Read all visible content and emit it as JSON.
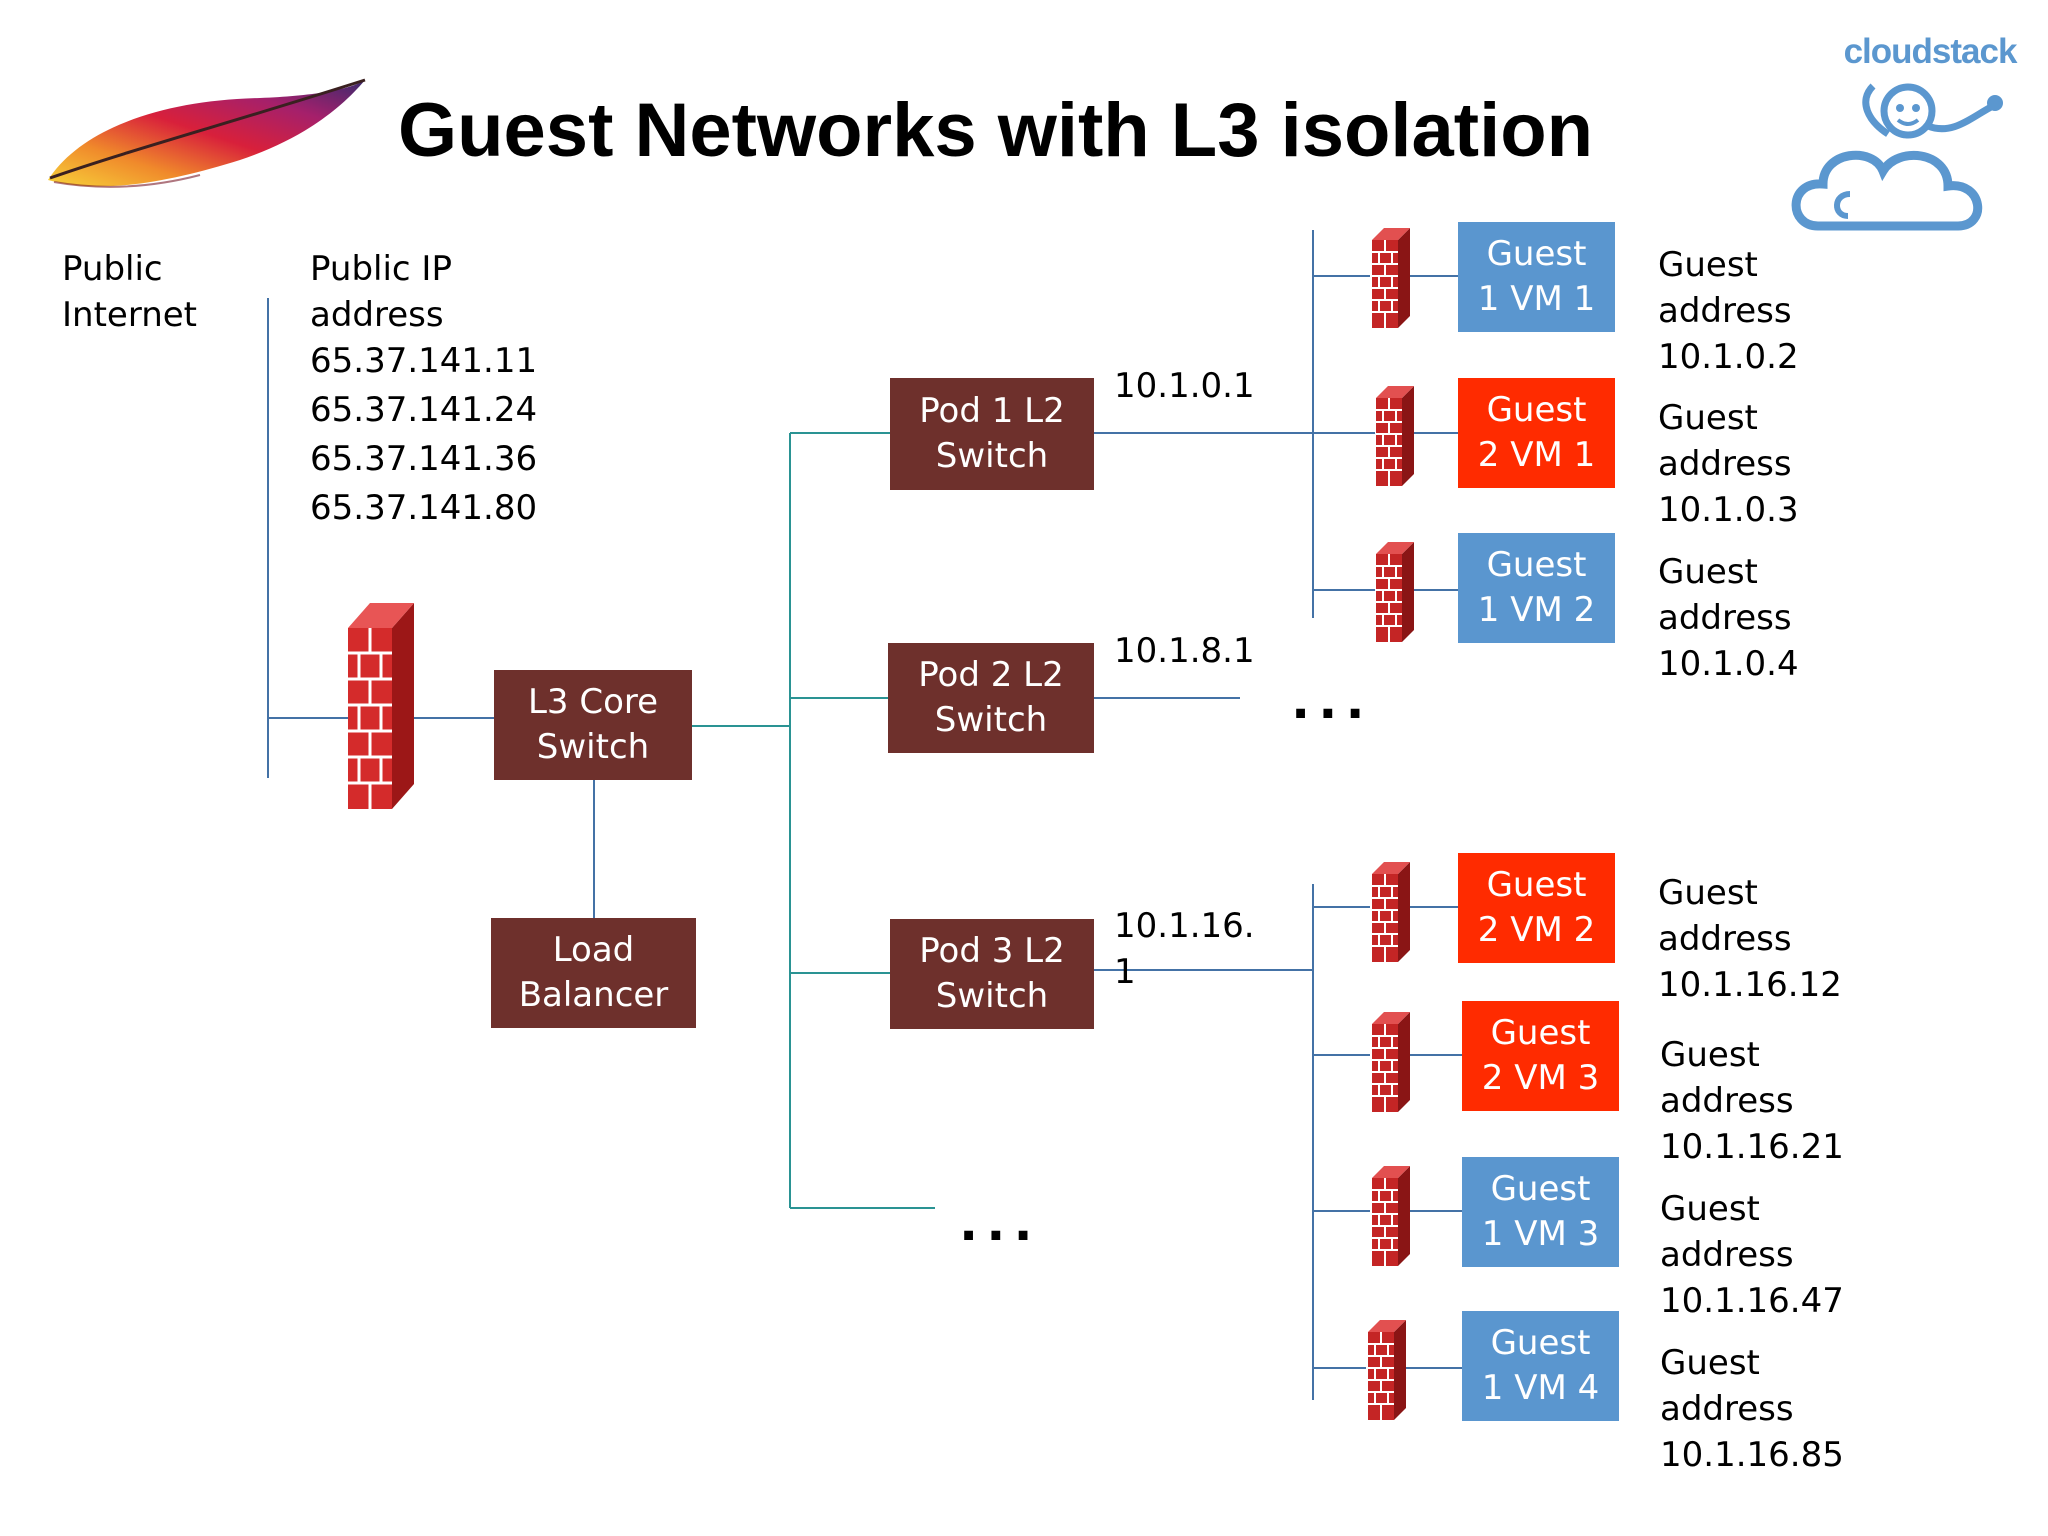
{
  "title": "Guest Networks with L3 isolation",
  "logo": {
    "text": "cloudstack",
    "color": "#5b97cf"
  },
  "colors": {
    "switch": "#6e302c",
    "guest1": "#5a96cf",
    "guest2": "#ff2b00",
    "line_blue": "#4472a6",
    "line_teal": "#2a9393"
  },
  "public_internet": "Public\nInternet",
  "public_ip": {
    "label": "Public IP\naddress",
    "addresses": [
      "65.37.141.11",
      "65.37.141.24",
      "65.37.141.36",
      "65.37.141.80"
    ]
  },
  "core_switch": "L3 Core\nSwitch",
  "load_balancer": "Load\nBalancer",
  "pods": [
    {
      "label": "Pod 1 L2\nSwitch",
      "gateway": "10.1.0.1"
    },
    {
      "label": "Pod 2 L2\nSwitch",
      "gateway": "10.1.8.1"
    },
    {
      "label": "Pod 3 L2\nSwitch",
      "gateway": "10.1.16.\n1"
    }
  ],
  "ellipsis": "...",
  "guests": [
    {
      "label": "Guest\n1 VM 1",
      "network": 1,
      "address": "Guest\naddress\n10.1.0.2"
    },
    {
      "label": "Guest\n2 VM 1",
      "network": 2,
      "address": "Guest\naddress\n10.1.0.3"
    },
    {
      "label": "Guest\n1 VM 2",
      "network": 1,
      "address": "Guest\naddress\n10.1.0.4"
    },
    {
      "label": "Guest\n2 VM 2",
      "network": 2,
      "address": "Guest\naddress\n10.1.16.12"
    },
    {
      "label": "Guest\n2 VM 3",
      "network": 2,
      "address": "Guest\naddress\n10.1.16.21"
    },
    {
      "label": "Guest\n1 VM 3",
      "network": 1,
      "address": "Guest\naddress\n10.1.16.47"
    },
    {
      "label": "Guest\n1 VM 4",
      "network": 1,
      "address": "Guest\naddress\n10.1.16.85"
    }
  ]
}
